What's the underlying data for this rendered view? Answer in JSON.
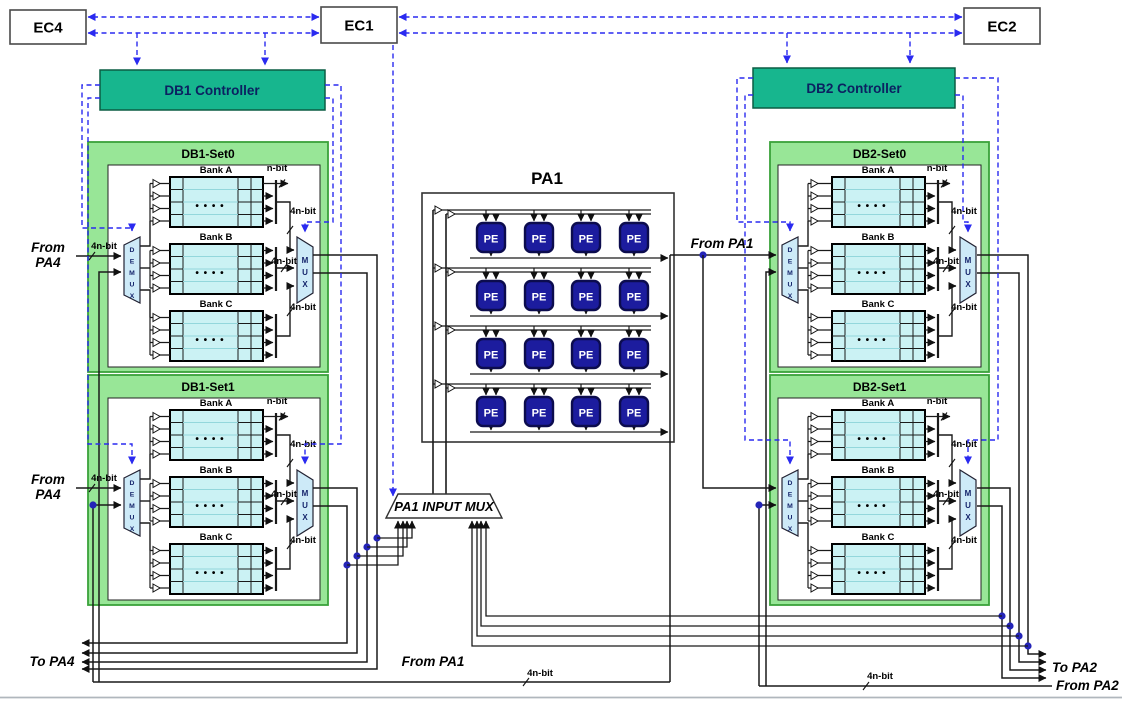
{
  "ec": {
    "ec4": "EC4",
    "ec1": "EC1",
    "ec2": "EC2"
  },
  "controllers": {
    "db1": "DB1 Controller",
    "db2": "DB2 Controller"
  },
  "sets": [
    {
      "title": "DB1-Set0"
    },
    {
      "title": "DB1-Set1"
    },
    {
      "title": "DB2-Set0"
    },
    {
      "title": "DB2-Set1"
    }
  ],
  "bank_labels": [
    "Bank A",
    "Bank B",
    "Bank C"
  ],
  "bank_dots": "• • • •",
  "mux_label": "MUX",
  "demux_label": "DEMUX",
  "bus": {
    "n": "n-bit",
    "n4": "4n-bit"
  },
  "pa1": {
    "title": "PA1",
    "pe": "PE",
    "input_mux": "PA1 INPUT MUX"
  },
  "io": {
    "from_pa4": [
      "From",
      "PA4"
    ],
    "to_pa4": "To PA4",
    "from_pa1": "From PA1",
    "to_pa2": "To PA2",
    "from_pa2": "From PA2"
  },
  "colors": {
    "controller_green": "#17b68e",
    "set_green": "#98e697",
    "set_border": "#3aa23a",
    "bank_cyan": "#cbf2f4",
    "mux_cyan": "#cdeaf8",
    "pe_blue": "#1c1c9e",
    "pe_border": "#0c0c4e",
    "dash_blue": "#2a2af0",
    "dot_blue": "#2424b8",
    "wire": "#1a1a1a"
  }
}
